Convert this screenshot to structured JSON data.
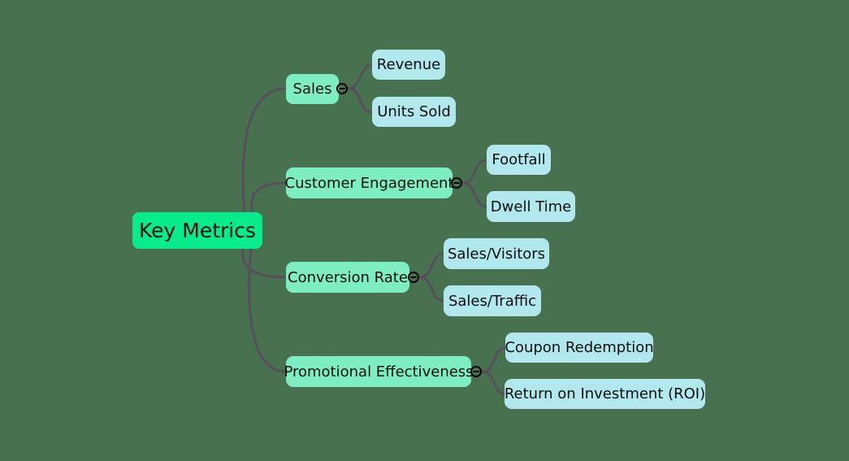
{
  "colors": {
    "background": "#48714f",
    "root_node_fill": "#06eb8b",
    "branch_node_fill": "#7deec2",
    "leaf_node_fill": "#b0e8ee",
    "connector": "#584f5e",
    "node_text": "#0d0d0d",
    "collapse_icon": "#000000"
  },
  "mindmap": {
    "root": {
      "label": "Key Metrics"
    },
    "branches": [
      {
        "label": "Sales",
        "collapse_icon": "minus-circle",
        "children": [
          {
            "label": "Revenue"
          },
          {
            "label": "Units Sold"
          }
        ]
      },
      {
        "label": "Customer Engagement",
        "collapse_icon": "minus-circle",
        "children": [
          {
            "label": "Footfall"
          },
          {
            "label": "Dwell Time"
          }
        ]
      },
      {
        "label": "Conversion Rate",
        "collapse_icon": "minus-circle",
        "children": [
          {
            "label": "Sales/Visitors"
          },
          {
            "label": "Sales/Traffic"
          }
        ]
      },
      {
        "label": "Promotional Effectiveness",
        "collapse_icon": "minus-circle",
        "children": [
          {
            "label": "Coupon Redemption"
          },
          {
            "label": "Return on Investment (ROI)"
          }
        ]
      }
    ]
  }
}
